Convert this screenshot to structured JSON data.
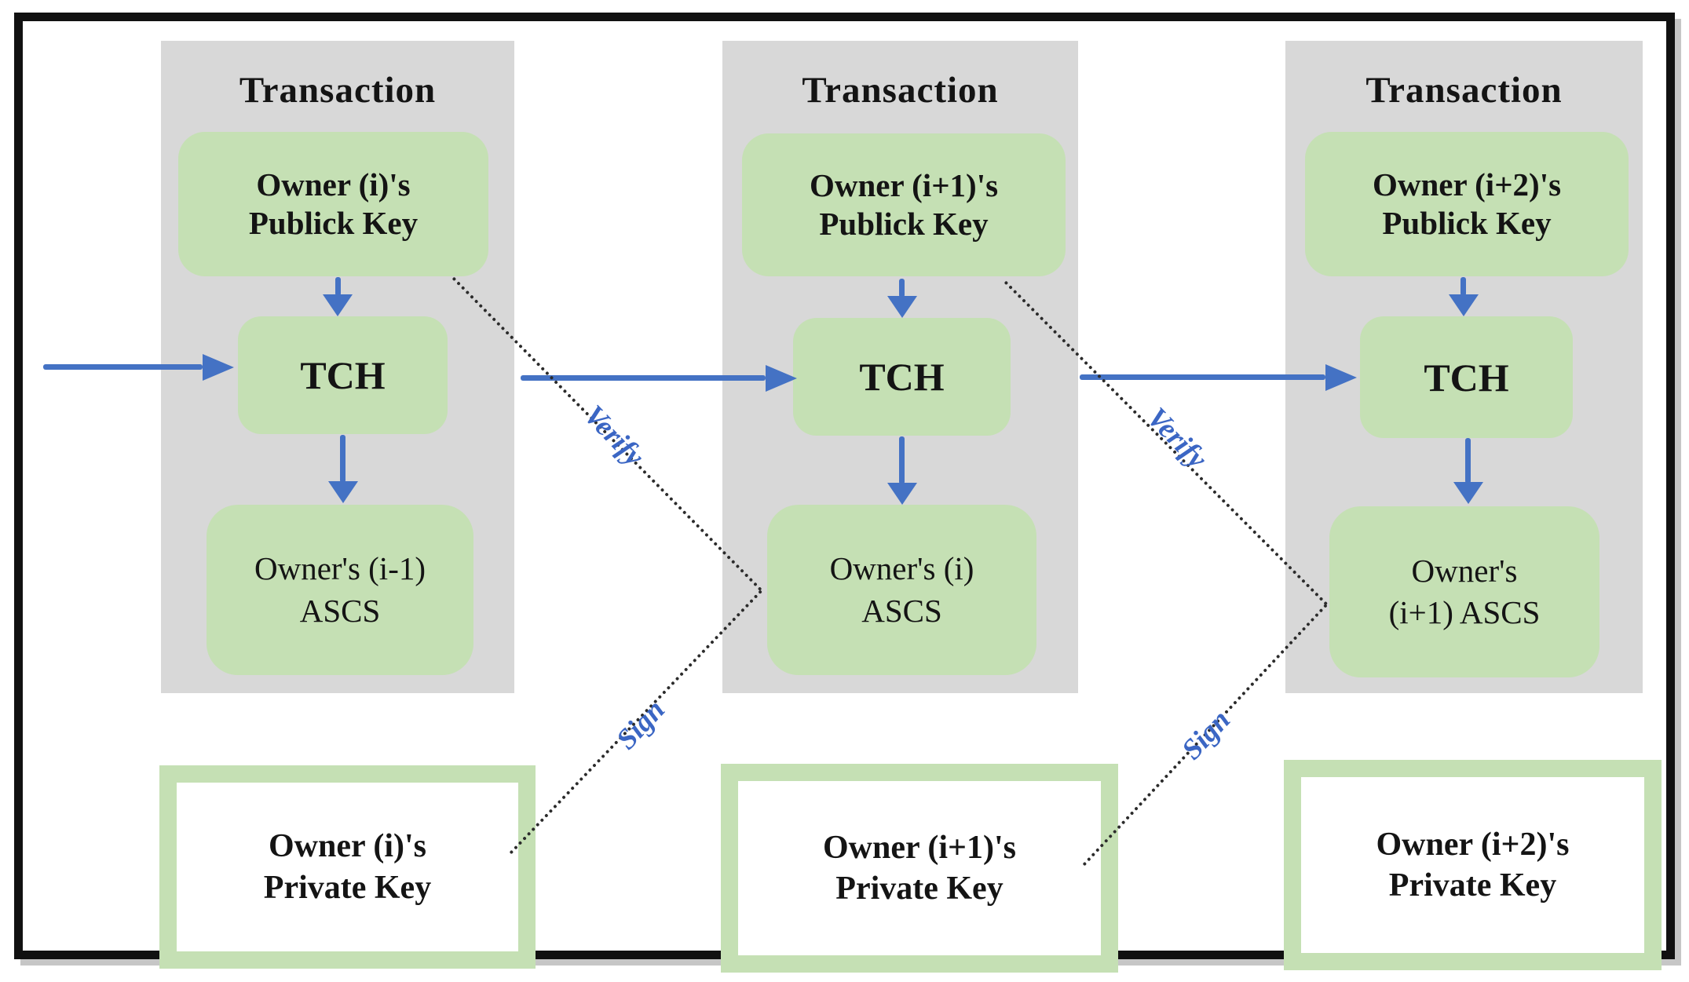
{
  "columns": [
    {
      "panel_title": "Transaction",
      "public_key": [
        "Owner (i)'s",
        "Publick Key"
      ],
      "hash_label": "TCH",
      "signature": [
        "Owner's (i-1)",
        "ASCS"
      ],
      "private_key": [
        "Owner (i)'s",
        "Private Key"
      ]
    },
    {
      "panel_title": "Transaction",
      "public_key": [
        "Owner (i+1)'s",
        "Publick Key"
      ],
      "hash_label": "TCH",
      "signature": [
        "Owner's (i)",
        "ASCS"
      ],
      "private_key": [
        "Owner (i+1)'s",
        "Private Key"
      ]
    },
    {
      "panel_title": "Transaction",
      "public_key": [
        "Owner (i+2)'s",
        "Publick Key"
      ],
      "hash_label": "TCH",
      "signature": [
        "Owner's",
        "(i+1) ASCS"
      ],
      "private_key": [
        "Owner (i+2)'s",
        "Private Key"
      ]
    }
  ],
  "edge_labels": {
    "verify": "Verify",
    "sign": "Sign"
  },
  "colors": {
    "panel_gray": "#d8d8d8",
    "box_green": "#c5e0b4",
    "arrow_blue": "#4472c4",
    "label_blue": "#3b66c4",
    "dotted_line": "#2b2b2b",
    "border_black": "#111111"
  }
}
